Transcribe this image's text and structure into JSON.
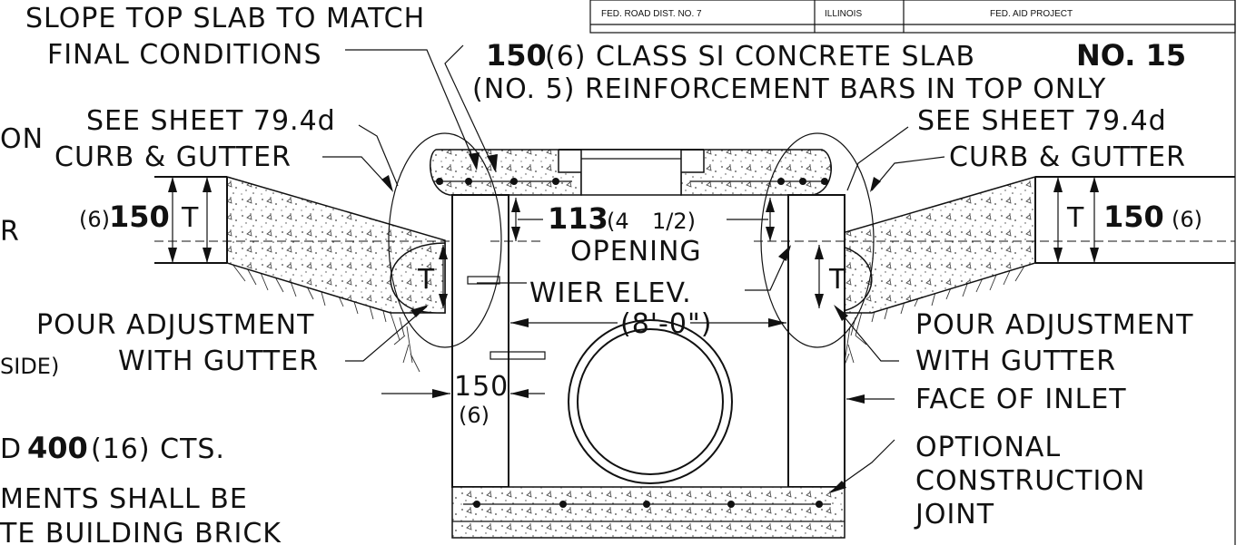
{
  "title_block": {
    "district": "FED. ROAD DIST. NO. 7",
    "state": "ILLINOIS",
    "project": "FED. AID PROJECT"
  },
  "notes": {
    "slope_line1": "SLOPE TOP SLAB TO MATCH",
    "slope_line2": "FINAL CONDITIONS",
    "slab_line1_dim": "150",
    "slab_line1_text": "(6) CLASS SI CONCRETE SLAB",
    "slab_no": "NO. 15",
    "slab_line2": "(NO. 5) REINFORCEMENT BARS IN TOP ONLY",
    "see_sheet_left": "SEE SHEET 79.4d",
    "see_sheet_right": "SEE SHEET 79.4d",
    "curb_left": "CURB & GUTTER",
    "curb_right": "CURB & GUTTER",
    "dim_left_in": "(6)",
    "dim_left_mm": "150",
    "dim_right_mm": "150",
    "dim_right_in": "(6)",
    "t_mark": "T",
    "opening_mm": "113",
    "opening_in": "(4",
    "opening_frac": "1/2)",
    "opening_word": "OPENING",
    "wier": "WIER ELEV.",
    "width_dim": "(8'-0\")",
    "pour_left_1": "POUR ADJUSTMENT",
    "pour_left_2": "WITH GUTTER",
    "pour_right_1": "POUR ADJUSTMENT",
    "pour_right_2": "WITH GUTTER",
    "wall_mm": "150",
    "wall_in": "(6)",
    "face": "FACE OF INLET",
    "opt1": "OPTIONAL",
    "opt2": "CONSTRUCTION",
    "opt3": "JOINT",
    "edge_on": "ON",
    "edge_r": "R",
    "edge_side": "SIDE)",
    "cts_prefix": "D",
    "cts_dim": "400",
    "cts_text": "(16) CTS.",
    "bottom1": "MENTS SHALL BE",
    "bottom2": "TE BUILDING BRICK"
  }
}
